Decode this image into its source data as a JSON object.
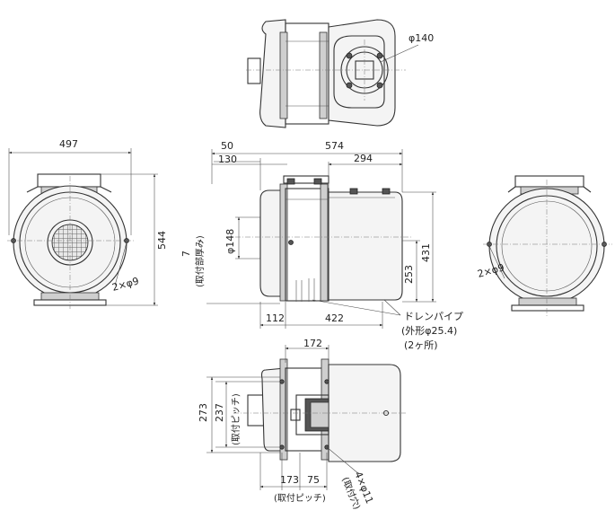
{
  "dimensions": {
    "width_497": "497",
    "height_544": "544",
    "holes_left": "2×φ9",
    "holes_right": "2×φ9",
    "dia_140": "φ140",
    "w_50": "50",
    "w_574": "574",
    "w_130": "130",
    "w_294": "294",
    "dia_148": "φ148",
    "mount_7": "7",
    "mount_thickness": "(取付部厚み)",
    "h_253": "253",
    "h_431": "431",
    "w_112": "112",
    "w_422": "422",
    "w_172": "172",
    "h_273": "273",
    "h_237": "237",
    "mount_pitch_v": "(取付ピッチ)",
    "w_173": "173",
    "w_75": "75",
    "mount_pitch_h": "(取付ピッチ)",
    "holes_bottom": "4×φ11",
    "holes_bottom_note": "(取付穴)"
  },
  "drain": {
    "title": "ドレンパイプ",
    "size": "(外形φ25.4)",
    "count": "(2ヶ所)"
  }
}
